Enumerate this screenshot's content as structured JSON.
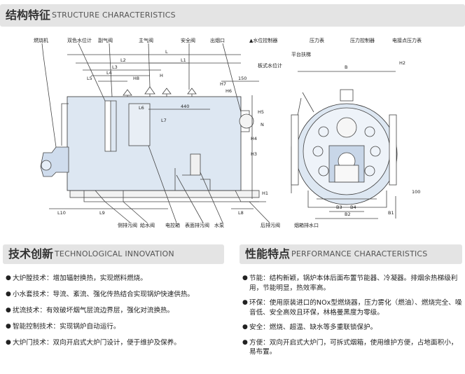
{
  "structure": {
    "title_cn": "结构特征",
    "title_en": "STRUCTURE CHARACTERISTICS"
  },
  "technology": {
    "title_cn": "技术创新",
    "title_en": "TECHNOLOGICAL INNOVATION",
    "items": [
      "大炉膛技术：增加辐射换热，实现燃料燃烧。",
      "小水套技术：导流、紊流、强化传热结合实现锅炉快速供热。",
      "扰流技术：有效破坏烟气层流边界层，强化对流换热。",
      "智能控制技术：实现锅炉自动运行。",
      "大炉门技术：双向开启式大炉门设计，便于维护及保养。"
    ]
  },
  "performance": {
    "title_cn": "性能特点",
    "title_en": "PERFORMANCE CHARACTERISTICS",
    "items": [
      "节能：结构新颖，锅炉本体后面布置节能器、冷凝器。排烟余热梯级利用，节能明显，热效率高。",
      "环保：使用原装进口的NOx型燃烧器，压力雾化（燃油）、燃烧完全、噪音低、安全高效且环保，林格曼黑度为零级。",
      "安全：燃烧、超温、缺水等多重联锁保护。",
      "方便：双向开启式大炉门，可拆式烟箱，使用维护方便，占地面积小，易布置。"
    ]
  },
  "diagram_labels": {
    "burner": "燃烧机",
    "two_color_gauge": "双色水位计",
    "steam_valve": "副气阀",
    "main_valve": "主气阀",
    "safety_valve": "安全阀",
    "outlet": "出烟口",
    "level_controller": "▲水位控制器",
    "pressure_gauge": "压力表",
    "pressure_controller": "压力控制器",
    "contact_gauge": "电接点压力表",
    "platform": "平台扶梯",
    "plate_gauge": "板式水位计",
    "drain_valve": "侧排污阀",
    "feed_valve": "給水阀",
    "control_box": "电控箱",
    "surface_blowdown": "表面排污阀",
    "pump": "水泵",
    "rear_blowdown": "后排污阀",
    "flue_drain": "烟箱排水口",
    "L": "L",
    "L1": "L1",
    "L2": "L2",
    "L3": "L3",
    "L4": "L4",
    "L5": "L5",
    "L6": "L6",
    "L7": "L7",
    "L8": "L8",
    "L9": "L9",
    "L10": "L10",
    "H": "H",
    "H1": "H1",
    "H2": "H2",
    "H3": "H3",
    "H4": "H4",
    "H5": "H5",
    "H6": "H6",
    "H7": "H7",
    "H8": "H8",
    "N": "N",
    "B": "B",
    "B1": "B1",
    "B2": "B2",
    "B3": "B3",
    "B4": "B4",
    "d150": "150",
    "d440": "440",
    "d100": "100"
  }
}
